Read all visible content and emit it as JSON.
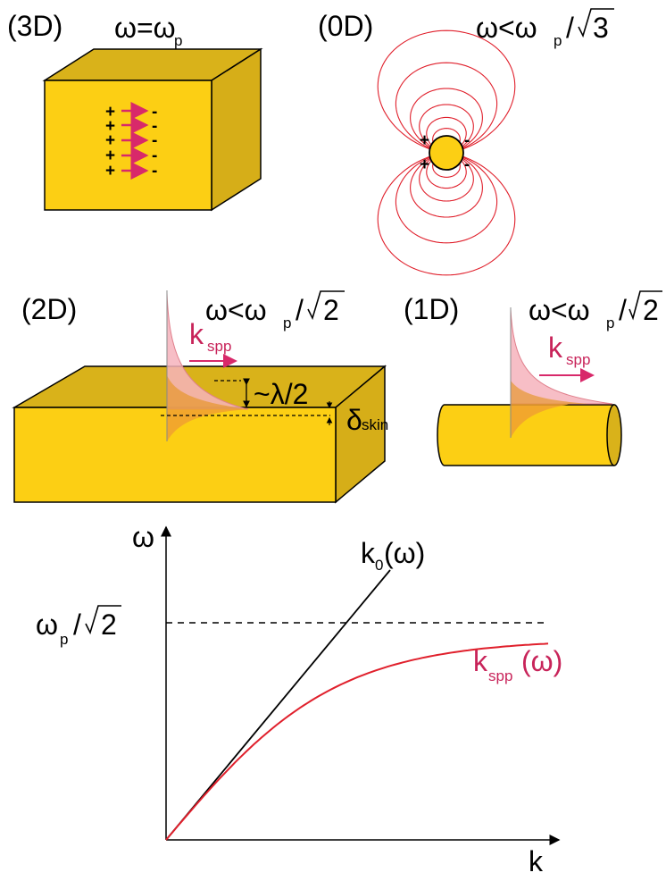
{
  "panels": {
    "p3d": {
      "tag": "(3D)",
      "omega": "ω=ω",
      "omega_sub": "p"
    },
    "p0d": {
      "tag": "(0D)",
      "omega": "ω<ω",
      "omega_sub": "p",
      "slash": "/",
      "root": "3"
    },
    "p2d": {
      "tag": "(2D)",
      "omega": "ω<ω",
      "omega_sub": "p",
      "slash": "/",
      "root": "2",
      "k": "k",
      "k_sub": "spp",
      "depth": "~λ/2",
      "delta": "δ",
      "delta_sub": "skin"
    },
    "p1d": {
      "tag": "(1D)",
      "omega": "ω<ω",
      "omega_sub": "p",
      "slash": "/",
      "root": "2",
      "k": "k",
      "k_sub": "spp"
    }
  },
  "charges": {
    "plus": "+",
    "minus": "-"
  },
  "chart_data": {
    "type": "line",
    "xlabel": "k",
    "ylabel": "ω",
    "asymptote_label": {
      "main": "ω",
      "sub": "p",
      "slash": "/",
      "root": "2"
    },
    "series": [
      {
        "name": "k0(ω)",
        "label_main": "k",
        "label_sub": "0",
        "label_tail": "(ω)"
      },
      {
        "name": "kspp(ω)",
        "label_main": "k",
        "label_sub": "spp",
        "label_tail": "(ω)"
      }
    ],
    "colors": {
      "light_line": "#000000",
      "spp": "#e0202c",
      "asymptote": "#000000"
    }
  },
  "colors": {
    "gold": "#fccf14",
    "gold_dark": "#d9b21a",
    "field": "#e0202c",
    "pink_label": "#c8245a"
  }
}
